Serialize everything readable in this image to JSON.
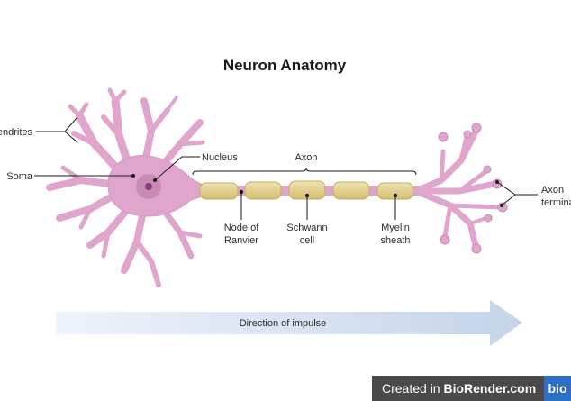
{
  "title": "Neuron Anatomy",
  "labels": {
    "dendrites": "Dendrites",
    "soma": "Soma",
    "nucleus": "Nucleus",
    "axon": "Axon",
    "node_of_ranvier": [
      "Node of",
      "Ranvier"
    ],
    "schwann_cell": [
      "Schwann",
      "cell"
    ],
    "myelin_sheath": [
      "Myelin",
      "sheath"
    ],
    "axon_terminals": [
      "Axon",
      "terminals"
    ]
  },
  "arrow": {
    "label": "Direction of impulse"
  },
  "badge": {
    "prefix": "Created in ",
    "brand": "BioRender.com",
    "logo": "bio"
  },
  "colors": {
    "neuron": "#dfa5cc",
    "neuron_edge": "#c98bb6",
    "nucleus": "#b76aa2",
    "myelin": "#e6d69b",
    "myelin_edge": "#c2ad60",
    "arrow_start": "#eef3fb",
    "arrow_end": "#c5d4ea"
  }
}
